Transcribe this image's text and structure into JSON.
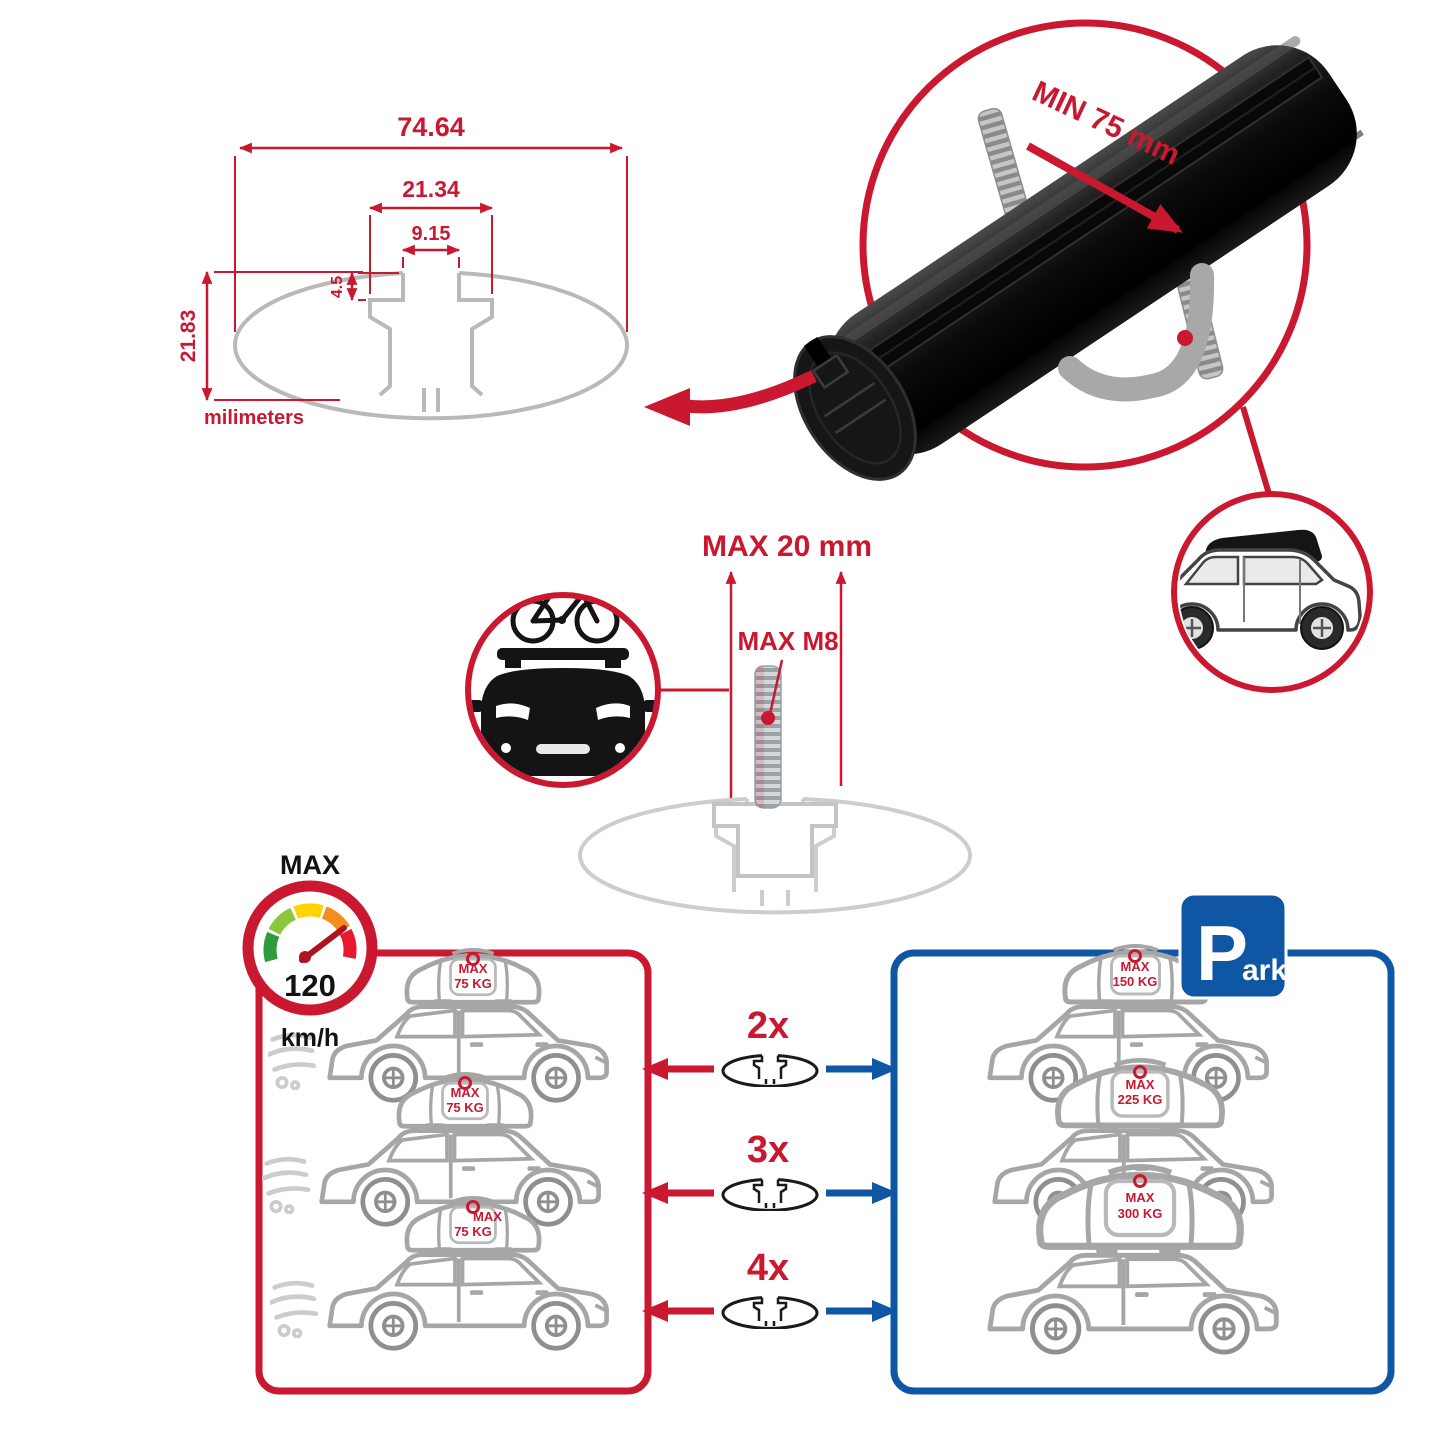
{
  "colors": {
    "red": "#c9182f",
    "blue": "#0f57a4",
    "gray": "#b9b9b9",
    "dark": "#111111"
  },
  "profile_drawing": {
    "width_total": "74.64",
    "width_slot_outer": "21.34",
    "width_slot_inner": "9.15",
    "depth_step": "4.5",
    "height_total": "21.83",
    "units_label": "milimeters"
  },
  "clamp_detail": {
    "min_span": "MIN 75 mm"
  },
  "bolt_detail": {
    "max_length": "MAX 20 mm",
    "max_thread": "MAX M8"
  },
  "speed_limit": {
    "label": "MAX",
    "value": "120",
    "unit": "km/h"
  },
  "load_panels": {
    "left": {
      "cars": [
        {
          "max": "MAX",
          "weight": "75 KG"
        },
        {
          "max": "MAX",
          "weight": "75 KG"
        },
        {
          "max": "MAX",
          "weight": "75 KG"
        }
      ]
    },
    "right": {
      "cars": [
        {
          "max": "MAX",
          "weight": "150 KG"
        },
        {
          "max": "MAX",
          "weight": "225 KG"
        },
        {
          "max": "MAX",
          "weight": "300 KG"
        }
      ]
    },
    "multipliers": [
      "2x",
      "3x",
      "4x"
    ],
    "park_sign": {
      "letter": "P",
      "suffix": "ark"
    }
  }
}
